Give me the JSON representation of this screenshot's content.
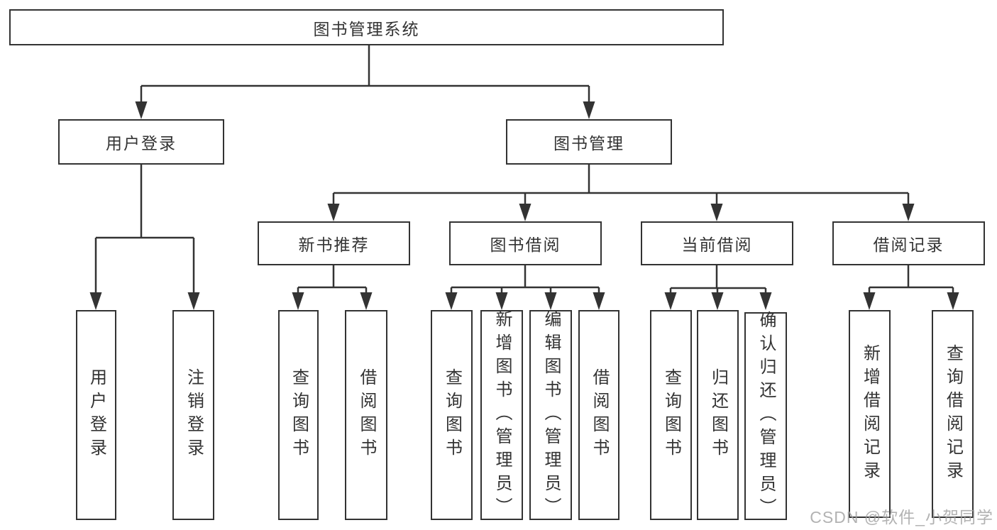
{
  "diagram": {
    "root": {
      "label": "图书管理系统"
    },
    "level2": [
      {
        "label": "用户登录"
      },
      {
        "label": "图书管理"
      }
    ],
    "level3": [
      {
        "label": "新书推荐"
      },
      {
        "label": "图书借阅"
      },
      {
        "label": "当前借阅"
      },
      {
        "label": "借阅记录"
      }
    ],
    "leaves": {
      "login": [
        "用户登录",
        "注销登录"
      ],
      "new_books": [
        "查询图书",
        "借阅图书"
      ],
      "borrow": [
        "查询图书",
        "新增图书（管理员）",
        "编辑图书（管理员）",
        "借阅图书"
      ],
      "current": [
        "查询图书",
        "归还图书",
        "确认归还（管理员）"
      ],
      "records": [
        "新增借阅记录",
        "查询借阅记录"
      ]
    }
  },
  "watermark": "CSDN @软件_小贺同学",
  "colors": {
    "line": "#333333",
    "border": "#333333",
    "text": "#333333",
    "watermark": "#a0a0a0",
    "background": "#ffffff"
  }
}
